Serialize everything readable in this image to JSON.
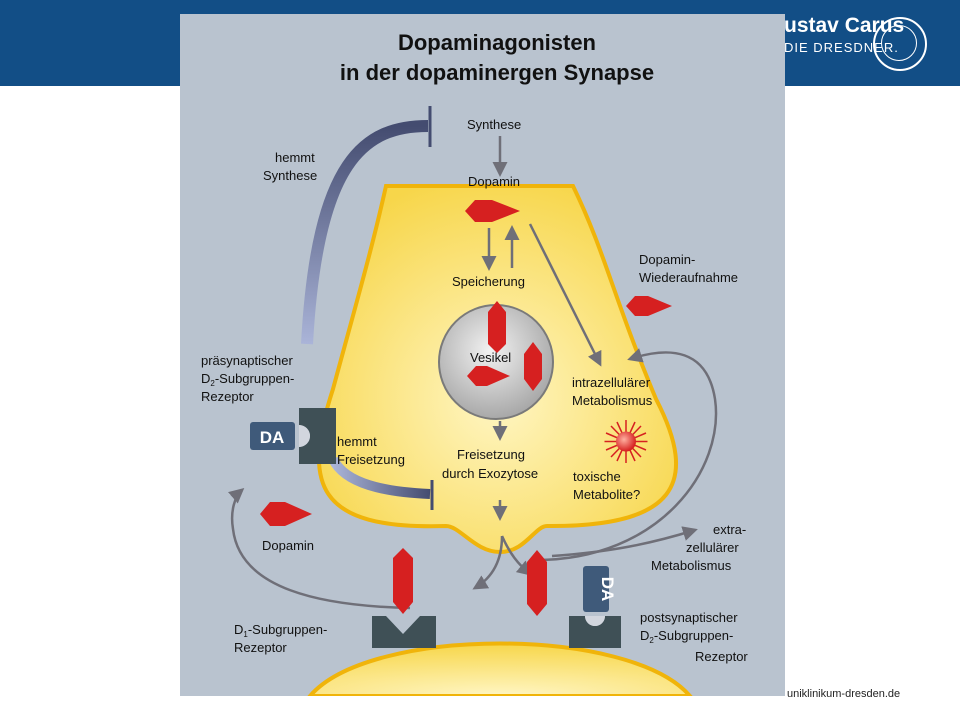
{
  "header": {
    "logo_line1": "ustav Carus",
    "logo_line2": "DIE DRESDNER."
  },
  "footer": {
    "url": "uniklinikum-dresden.de"
  },
  "diagram": {
    "title_line1": "Dopaminagonisten",
    "title_line2": "in der dopaminergen Synapse",
    "synthese": "Synthese",
    "dopamin_top": "Dopamin",
    "hemmt_synthese_1": "hemmt",
    "hemmt_synthese_2": "Synthese",
    "wiederaufnahme_1": "Dopamin-",
    "wiederaufnahme_2": "Wiederaufnahme",
    "speicherung": "Speicherung",
    "vesikel": "Vesikel",
    "praesyn_1": "präsynaptischer",
    "praesyn_2_pre": "D",
    "praesyn_2_sub": "2",
    "praesyn_2_post": "-Subgruppen-",
    "praesyn_3": "Rezeptor",
    "intrazell_1": "intrazellulärer",
    "intrazell_2": "Metabolismus",
    "hemmt_frei_1": "hemmt",
    "hemmt_frei_2": "Freisetzung",
    "freisetzung_1": "Freisetzung",
    "freisetzung_2": "durch Exozytose",
    "toxisch_1": "toxische",
    "toxisch_2": "Metabolite?",
    "dopamin_left": "Dopamin",
    "extra_1": "extra-",
    "extra_2": "zellulärer",
    "extra_3": "Metabolismus",
    "d1_1_pre": "D",
    "d1_1_sub": "1",
    "d1_1_post": "-Subgruppen-",
    "d1_2": "Rezeptor",
    "postsyn_1": "postsynaptischer",
    "postsyn_2_pre": "D",
    "postsyn_2_sub": "2",
    "postsyn_2_post": "-Subgruppen-",
    "postsyn_3": "Rezeptor",
    "da_label_left": "DA",
    "da_label_right": "DA"
  },
  "colors": {
    "banner": "#124e86",
    "panel": "#b9c3cf",
    "neuron_fill": "#f7d64a",
    "neuron_edge": "#f0b40a",
    "dopamine_red": "#d62020",
    "receptor": "#3f5056",
    "arrow_gray": "#6f6f78",
    "inhibition_arrow": "#56607e"
  }
}
